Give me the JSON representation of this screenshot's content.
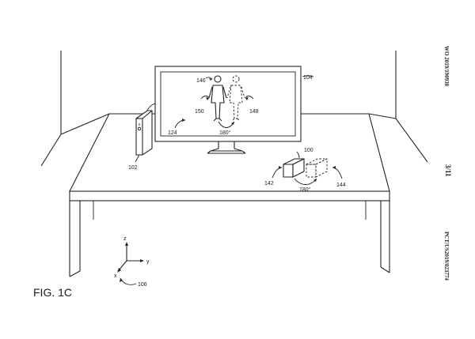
{
  "figure": {
    "label": "FIG. 1C",
    "refs": {
      "ref_100": "100",
      "ref_102": "102",
      "ref_104": "104",
      "ref_106": "106",
      "ref_124": "124",
      "ref_142": "142",
      "ref_144": "144",
      "ref_146": "146",
      "ref_148": "148",
      "ref_150": "150"
    },
    "angle_screen": "180°",
    "angle_cube": "180°",
    "axes": {
      "z": "z",
      "y": "y",
      "x": "x"
    }
  },
  "margin": {
    "publication": "WO 2019/190938",
    "sheet": "3/11",
    "application": "PCT/US2019/023774"
  }
}
